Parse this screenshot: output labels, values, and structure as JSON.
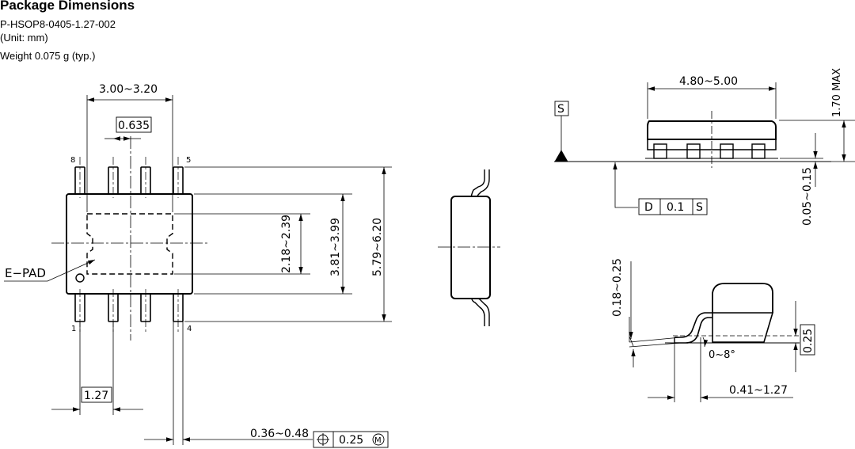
{
  "header": {
    "title": "Package Dimensions",
    "part_number": "P-HSOP8-0405-1.27-002",
    "unit": "(Unit: mm)",
    "weight": "Weight 0.075 g (typ.)"
  },
  "top_view": {
    "pin_label_8": "8",
    "pin_label_5": "5",
    "pin_label_1": "1",
    "pin_label_4": "4",
    "epad_label": "E−PAD",
    "dim_width": "3.00~3.20",
    "dim_pitch_half": "0.635",
    "dim_epad_h": "2.18~2.39",
    "dim_body_h": "3.81~3.99",
    "dim_overall_h": "5.79~6.20",
    "dim_pitch": "1.27",
    "dim_lead_w": "0.36~0.48",
    "tol_value": "0.25",
    "tol_modifier": "M"
  },
  "front_view": {
    "dim_length": "4.80~5.00",
    "dim_height": "1.70 MAX",
    "dim_standoff": "0.05~0.15",
    "datum": "S",
    "flatness_symbol": "D",
    "flatness_value": "0.1",
    "flatness_datum": "S"
  },
  "detail_view": {
    "dim_lead_thk": "0.18~0.25",
    "dim_gauge": "0.25",
    "dim_angle": "0~8°",
    "dim_foot": "0.41~1.27"
  }
}
